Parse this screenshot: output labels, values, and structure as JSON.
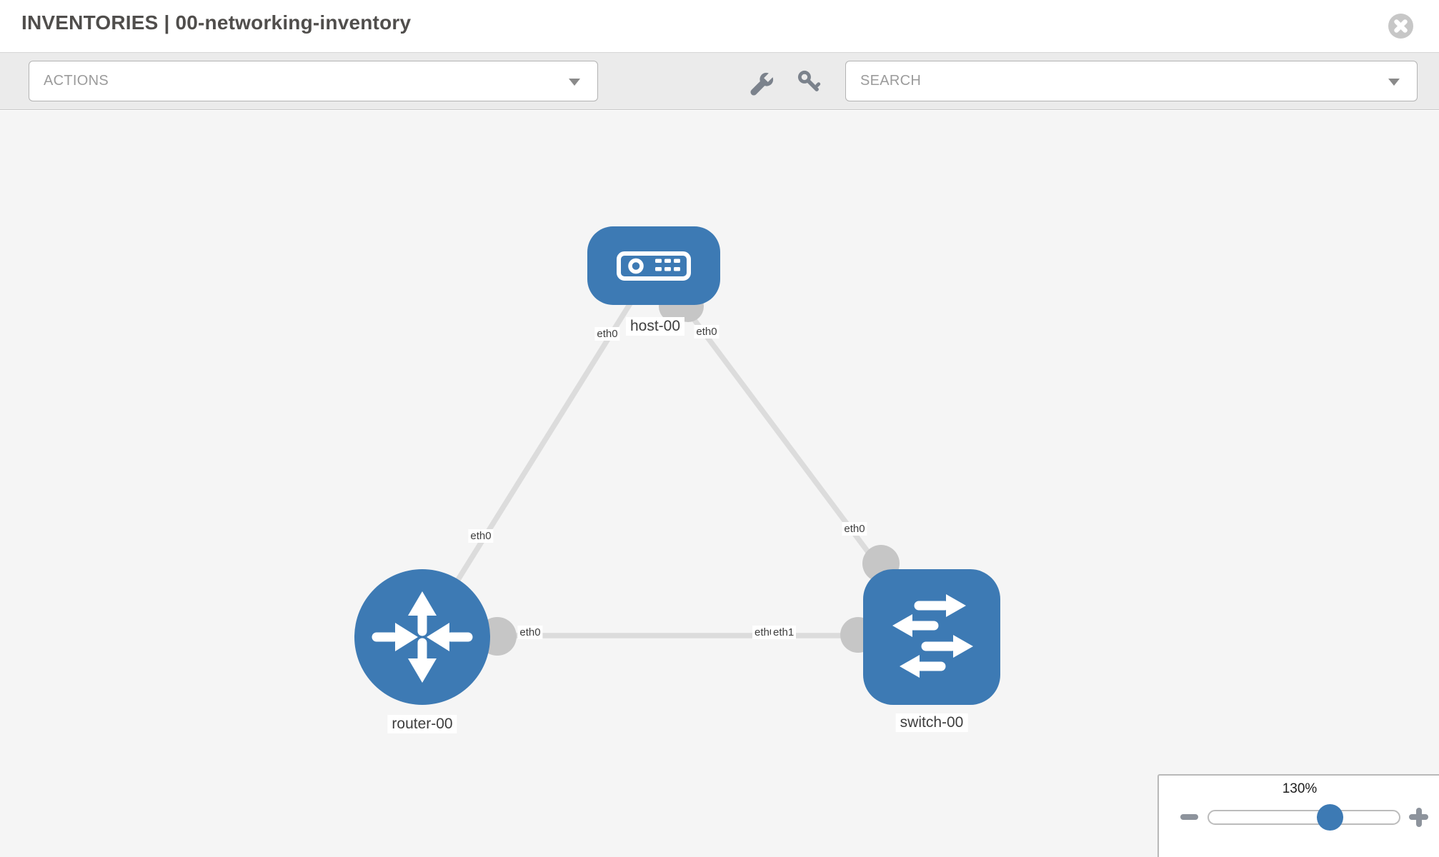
{
  "header": {
    "title": "INVENTORIES | 00-networking-inventory"
  },
  "toolbar": {
    "actions_label": "ACTIONS",
    "search_label": "SEARCH"
  },
  "topology": {
    "nodes": [
      {
        "id": "host-00",
        "type": "host",
        "label": "host-00"
      },
      {
        "id": "router-00",
        "type": "router",
        "label": "router-00"
      },
      {
        "id": "switch-00",
        "type": "switch",
        "label": "switch-00"
      }
    ],
    "links": [
      {
        "from": "host-00",
        "from_interface": "eth0",
        "to": "router-00",
        "to_interface": "eth0"
      },
      {
        "from": "host-00",
        "from_interface": "eth0",
        "to": "switch-00",
        "to_interface": "eth0"
      },
      {
        "from": "router-00",
        "from_interface": "eth0",
        "to": "switch-00",
        "to_interface": "eth1",
        "obscured_interface_label": "eth0"
      }
    ]
  },
  "zoom": {
    "level": "130%"
  },
  "colors": {
    "node_blue": "#3d7ab4",
    "link_gray": "#dcdcdc",
    "interface_dot_gray": "#c6c6c6",
    "canvas_bg": "#f5f5f5",
    "toolbar_bg": "#ebebeb",
    "icon_gray": "#7b828c"
  }
}
